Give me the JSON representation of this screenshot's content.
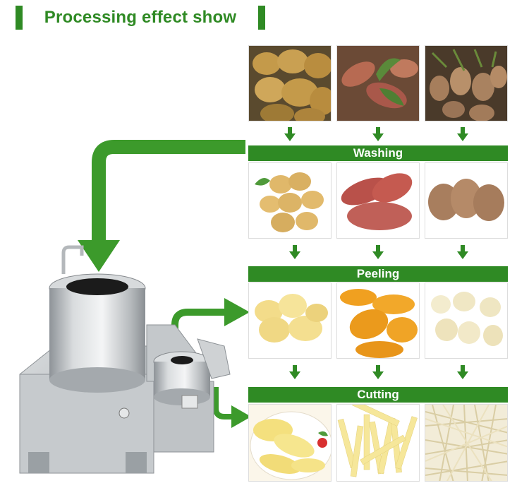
{
  "title": "Processing effect show",
  "stages": {
    "washing": "Washing",
    "peeling": "Peeling",
    "cutting": "Cutting"
  },
  "colors": {
    "brand_green": "#2f8a24",
    "steel": "#c9ccce"
  },
  "icons": {
    "arrow": "down-arrow-icon",
    "curved_arrow": "curved-arrow-icon"
  }
}
